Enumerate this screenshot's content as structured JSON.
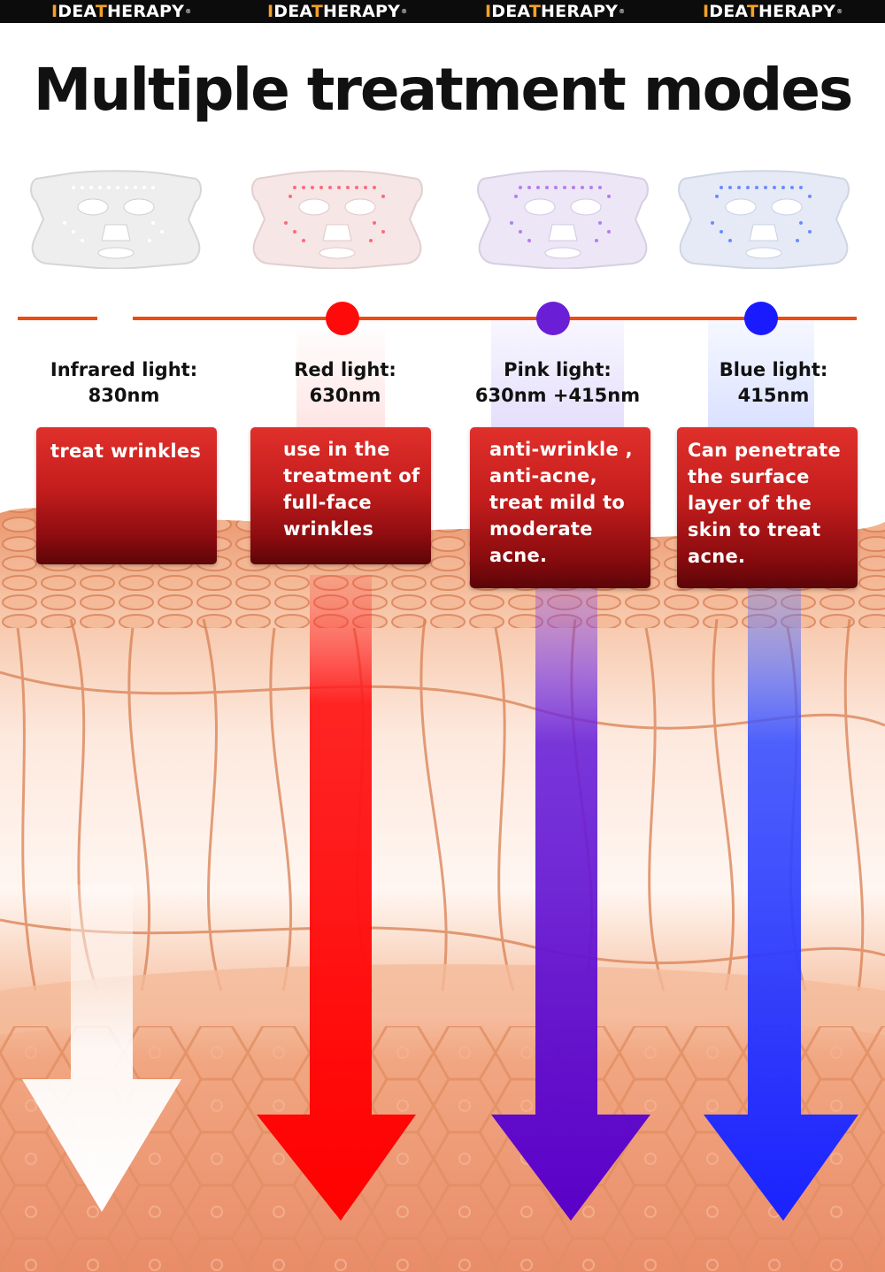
{
  "brand": {
    "name_accent": "I",
    "name_part1": "DEA",
    "name_accent2": "T",
    "name_part2": "HERAPY",
    "registered": "®"
  },
  "headline": "Multiple treatment modes",
  "modes": [
    {
      "label_line1": "Infrared light:",
      "label_line2": "830nm",
      "description": "treat wrinkles",
      "color": "#ffffff"
    },
    {
      "label_line1": "Red light:",
      "label_line2": "630nm",
      "description": "use in the treatment of full-face wrinkles",
      "color": "#ff1a1a"
    },
    {
      "label_line1": "Pink light:",
      "label_line2": "630nm +415nm",
      "description": "anti-wrinkle , anti-acne, treat mild to moderate acne.",
      "color": "#6a1fd6"
    },
    {
      "label_line1": "Blue light:",
      "label_line2": "415nm",
      "description": "Can penetrate the surface layer of the skin to treat acne.",
      "color": "#1a2cff"
    }
  ],
  "colors": {
    "timeline": "#ee4b12",
    "card_top": "#e0302b",
    "card_bottom": "#5c0508",
    "skin": "#f0a57e"
  }
}
